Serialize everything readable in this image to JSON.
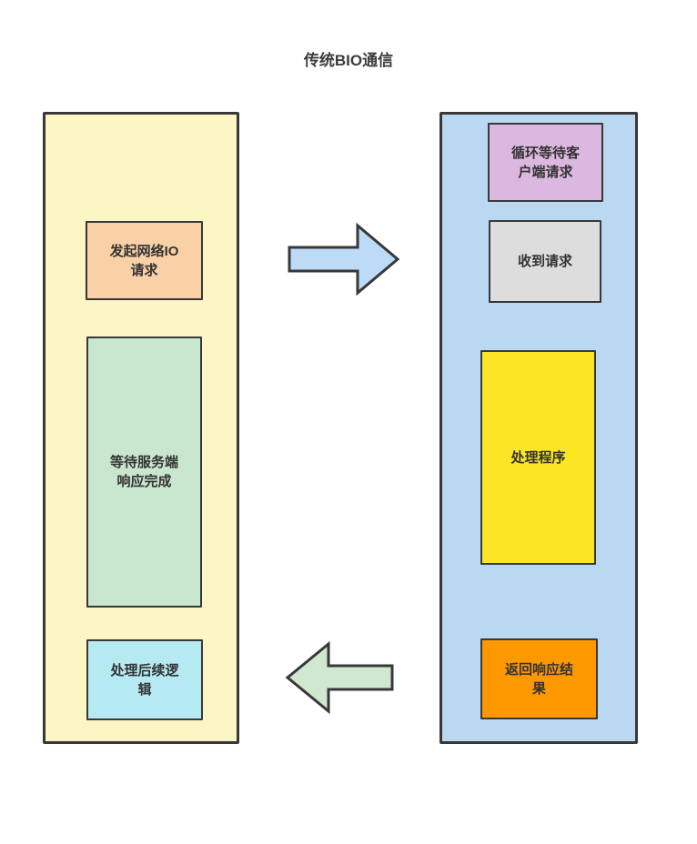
{
  "title": "传统BIO通信",
  "colors": {
    "border": "#383838",
    "text": "#333333",
    "title_text": "#3d3d3d",
    "canvas_background": "#ffffff"
  },
  "left_lane": {
    "fill": "#fcf6c5",
    "boxes": [
      {
        "id": "request-io",
        "label": "发起网络IO\n请求",
        "fill": "#fad1a6"
      },
      {
        "id": "wait-response",
        "label": "等待服务端\n响应完成",
        "fill": "#c9e6ce"
      },
      {
        "id": "post-logic",
        "label": "处理后续逻\n辑",
        "fill": "#b5eaf2"
      }
    ]
  },
  "right_lane": {
    "fill": "#bbd8f2",
    "boxes": [
      {
        "id": "loop-wait",
        "label": "循环等待客\n户端请求",
        "fill": "#dcb7e0"
      },
      {
        "id": "received",
        "label": "收到请求",
        "fill": "#dddddd"
      },
      {
        "id": "handler",
        "label": "处理程序",
        "fill": "#fbe524"
      },
      {
        "id": "return-result",
        "label": "返回响应结\n果",
        "fill": "#fd9801"
      }
    ]
  },
  "arrows": [
    {
      "id": "request-arrow",
      "direction": "right",
      "fill": "#bddaf7"
    },
    {
      "id": "response-arrow",
      "direction": "left",
      "fill": "#cfe8cf"
    }
  ]
}
